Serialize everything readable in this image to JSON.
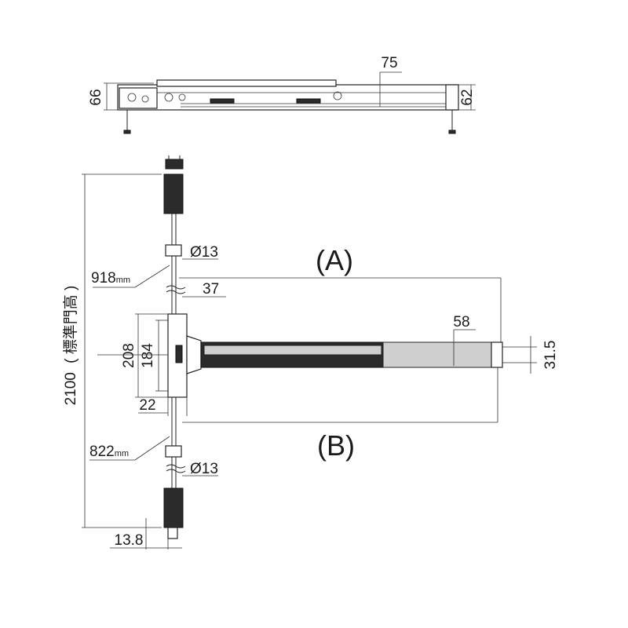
{
  "top_view": {
    "dim_height_left": "66",
    "dim_height_right": "62",
    "dim_offset": "75"
  },
  "front_view": {
    "total_height": "2100",
    "total_height_note": "( 標準門高 )",
    "upper_rod_length": "918",
    "lower_rod_length": "822",
    "length_unit": "mm",
    "rod_diameter_upper": "Ø13",
    "rod_diameter_lower": "Ø13",
    "offset_37": "37",
    "chassis_outer": "208",
    "chassis_inner": "184",
    "chassis_depth": "22",
    "bar_end_length": "58",
    "bar_end_height": "31.5",
    "bottom_offset": "13.8",
    "label_a": "(A)",
    "label_b": "(B)"
  },
  "colors": {
    "line": "#222222",
    "dark_fill": "#2b2b2b",
    "light_fill": "#cfcfcf"
  }
}
